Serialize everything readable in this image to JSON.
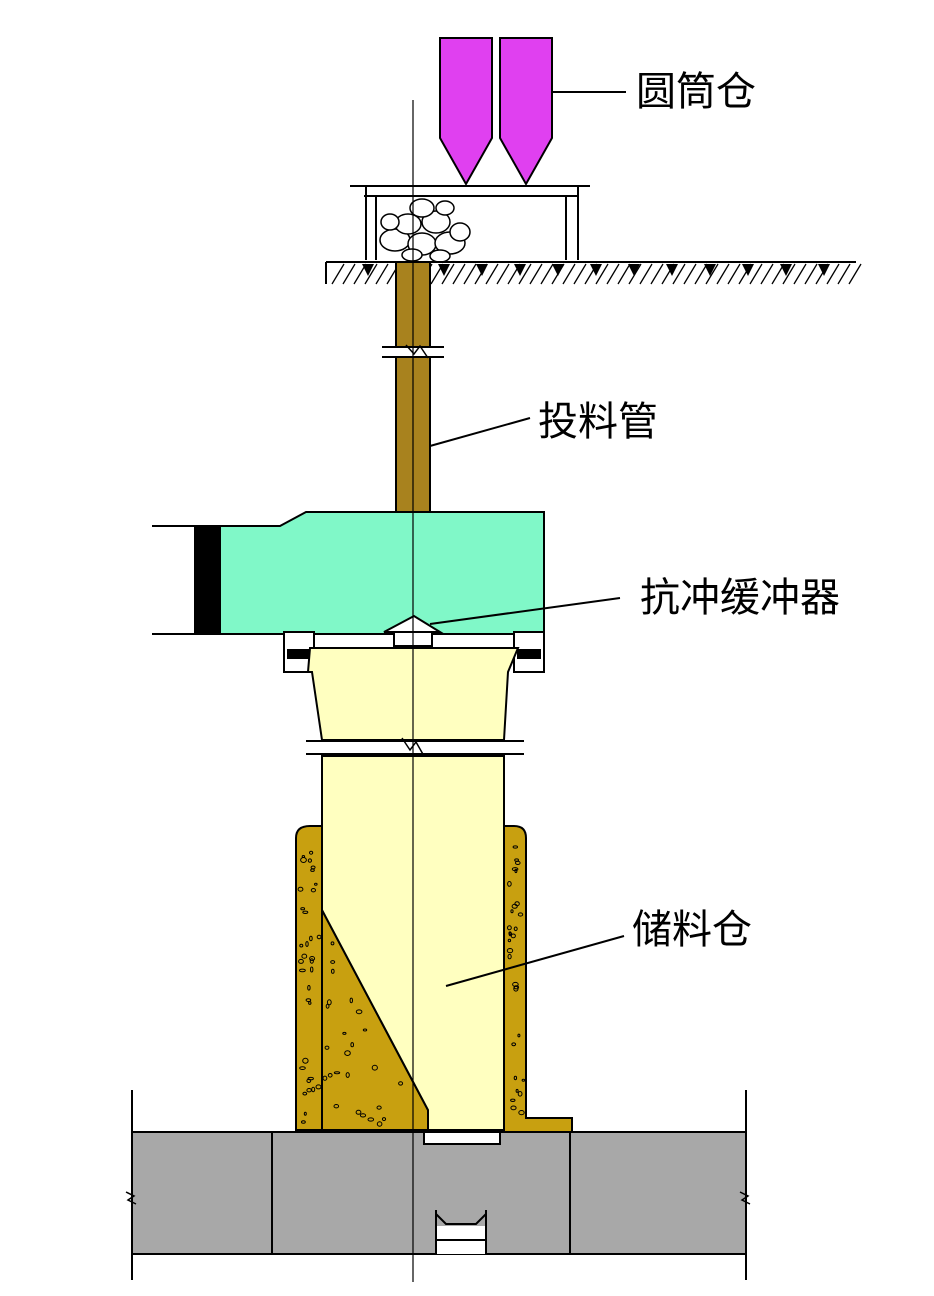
{
  "labels": {
    "silo": "圆筒仓",
    "feed_pipe": "投料管",
    "buffer": "抗冲缓冲器",
    "storage_bin": "储料仓"
  },
  "colors": {
    "silo_fill": "#E040F0",
    "pipe_fill": "#A8821E",
    "chamber_fill": "#80F8C8",
    "bin_fill": "#FFFFC0",
    "concrete_fill": "#C8A010",
    "slab_fill": "#A8A8A8",
    "line": "#000000"
  }
}
